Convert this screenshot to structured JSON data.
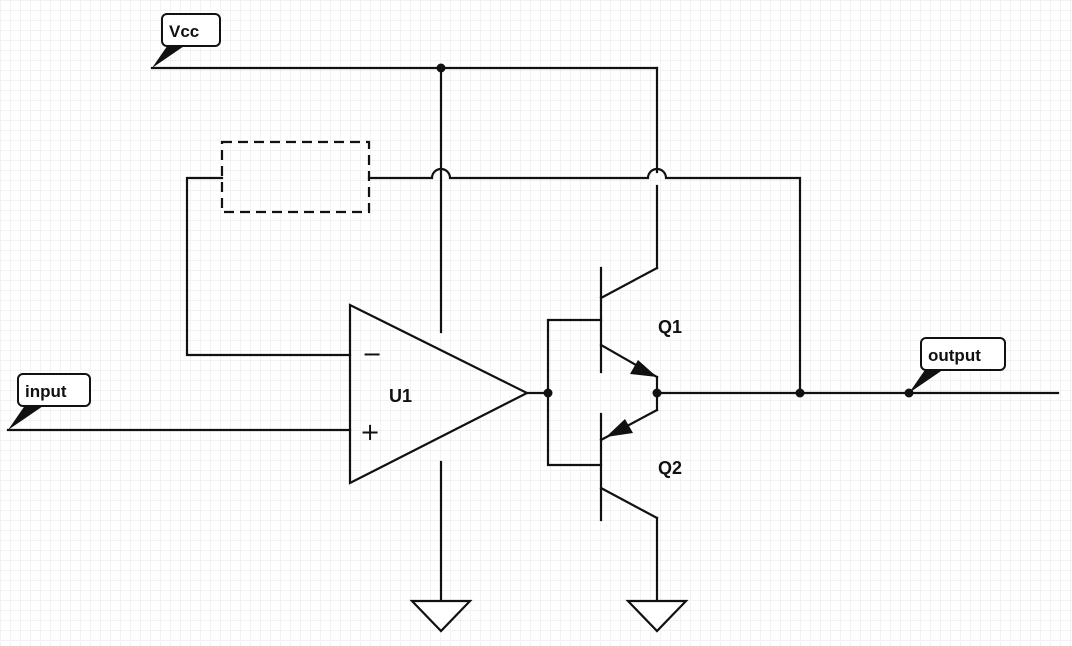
{
  "diagram": {
    "net_labels": {
      "vcc": "Vcc",
      "input": "input",
      "output": "output"
    },
    "components": {
      "opamp": "U1",
      "q1": "Q1",
      "q2": "Q2",
      "minus_sign": "−",
      "plus_sign": "+"
    }
  }
}
